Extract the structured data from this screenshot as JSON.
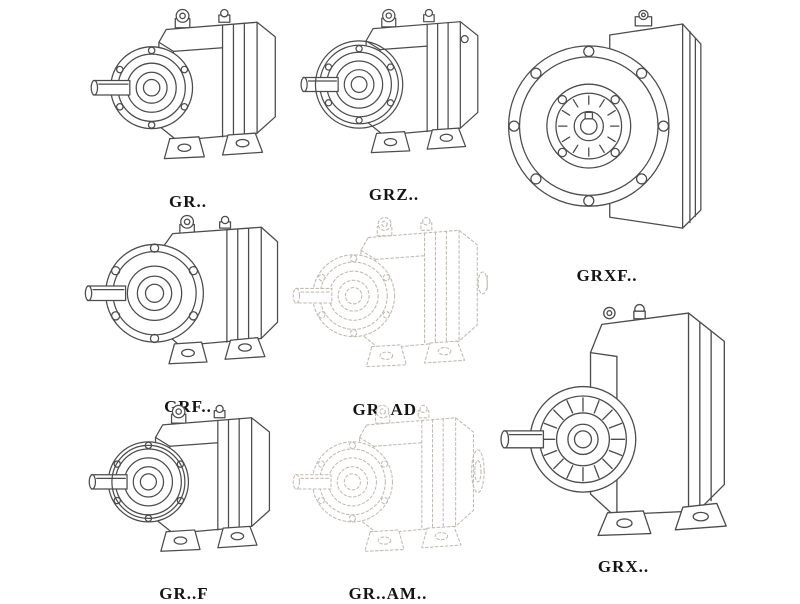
{
  "page": {
    "background": "#ffffff"
  },
  "style": {
    "line_color": "#4c4c4c",
    "ghost_line_color": "#c2bbb2",
    "label_color": "#141414"
  },
  "figures": [
    {
      "label": "GR..",
      "drawing": "helical-gearbox-foot-mounted-3q-view",
      "line_style": "solid"
    },
    {
      "label": "GRZ..",
      "drawing": "helical-gearbox-foot-mounted-3q-view",
      "line_style": "solid"
    },
    {
      "label": "GRXF..",
      "drawing": "flange-mounted-gearbox-front-view",
      "line_style": "solid"
    },
    {
      "label": "GRF..",
      "drawing": "flange-gearbox-3q-view",
      "line_style": "solid"
    },
    {
      "label": "GR..AD..",
      "drawing": "gearbox-with-input-adapter-3q-view",
      "line_style": "dashed"
    },
    {
      "label": "GR..F",
      "drawing": "foot-flange-gearbox-3q-view",
      "line_style": "solid"
    },
    {
      "label": "GR..AM..",
      "drawing": "gearbox-with-motor-flange-3q-view",
      "line_style": "dashed"
    },
    {
      "label": "GRX..",
      "drawing": "large-helical-gearbox-3q-view",
      "line_style": "solid"
    }
  ]
}
